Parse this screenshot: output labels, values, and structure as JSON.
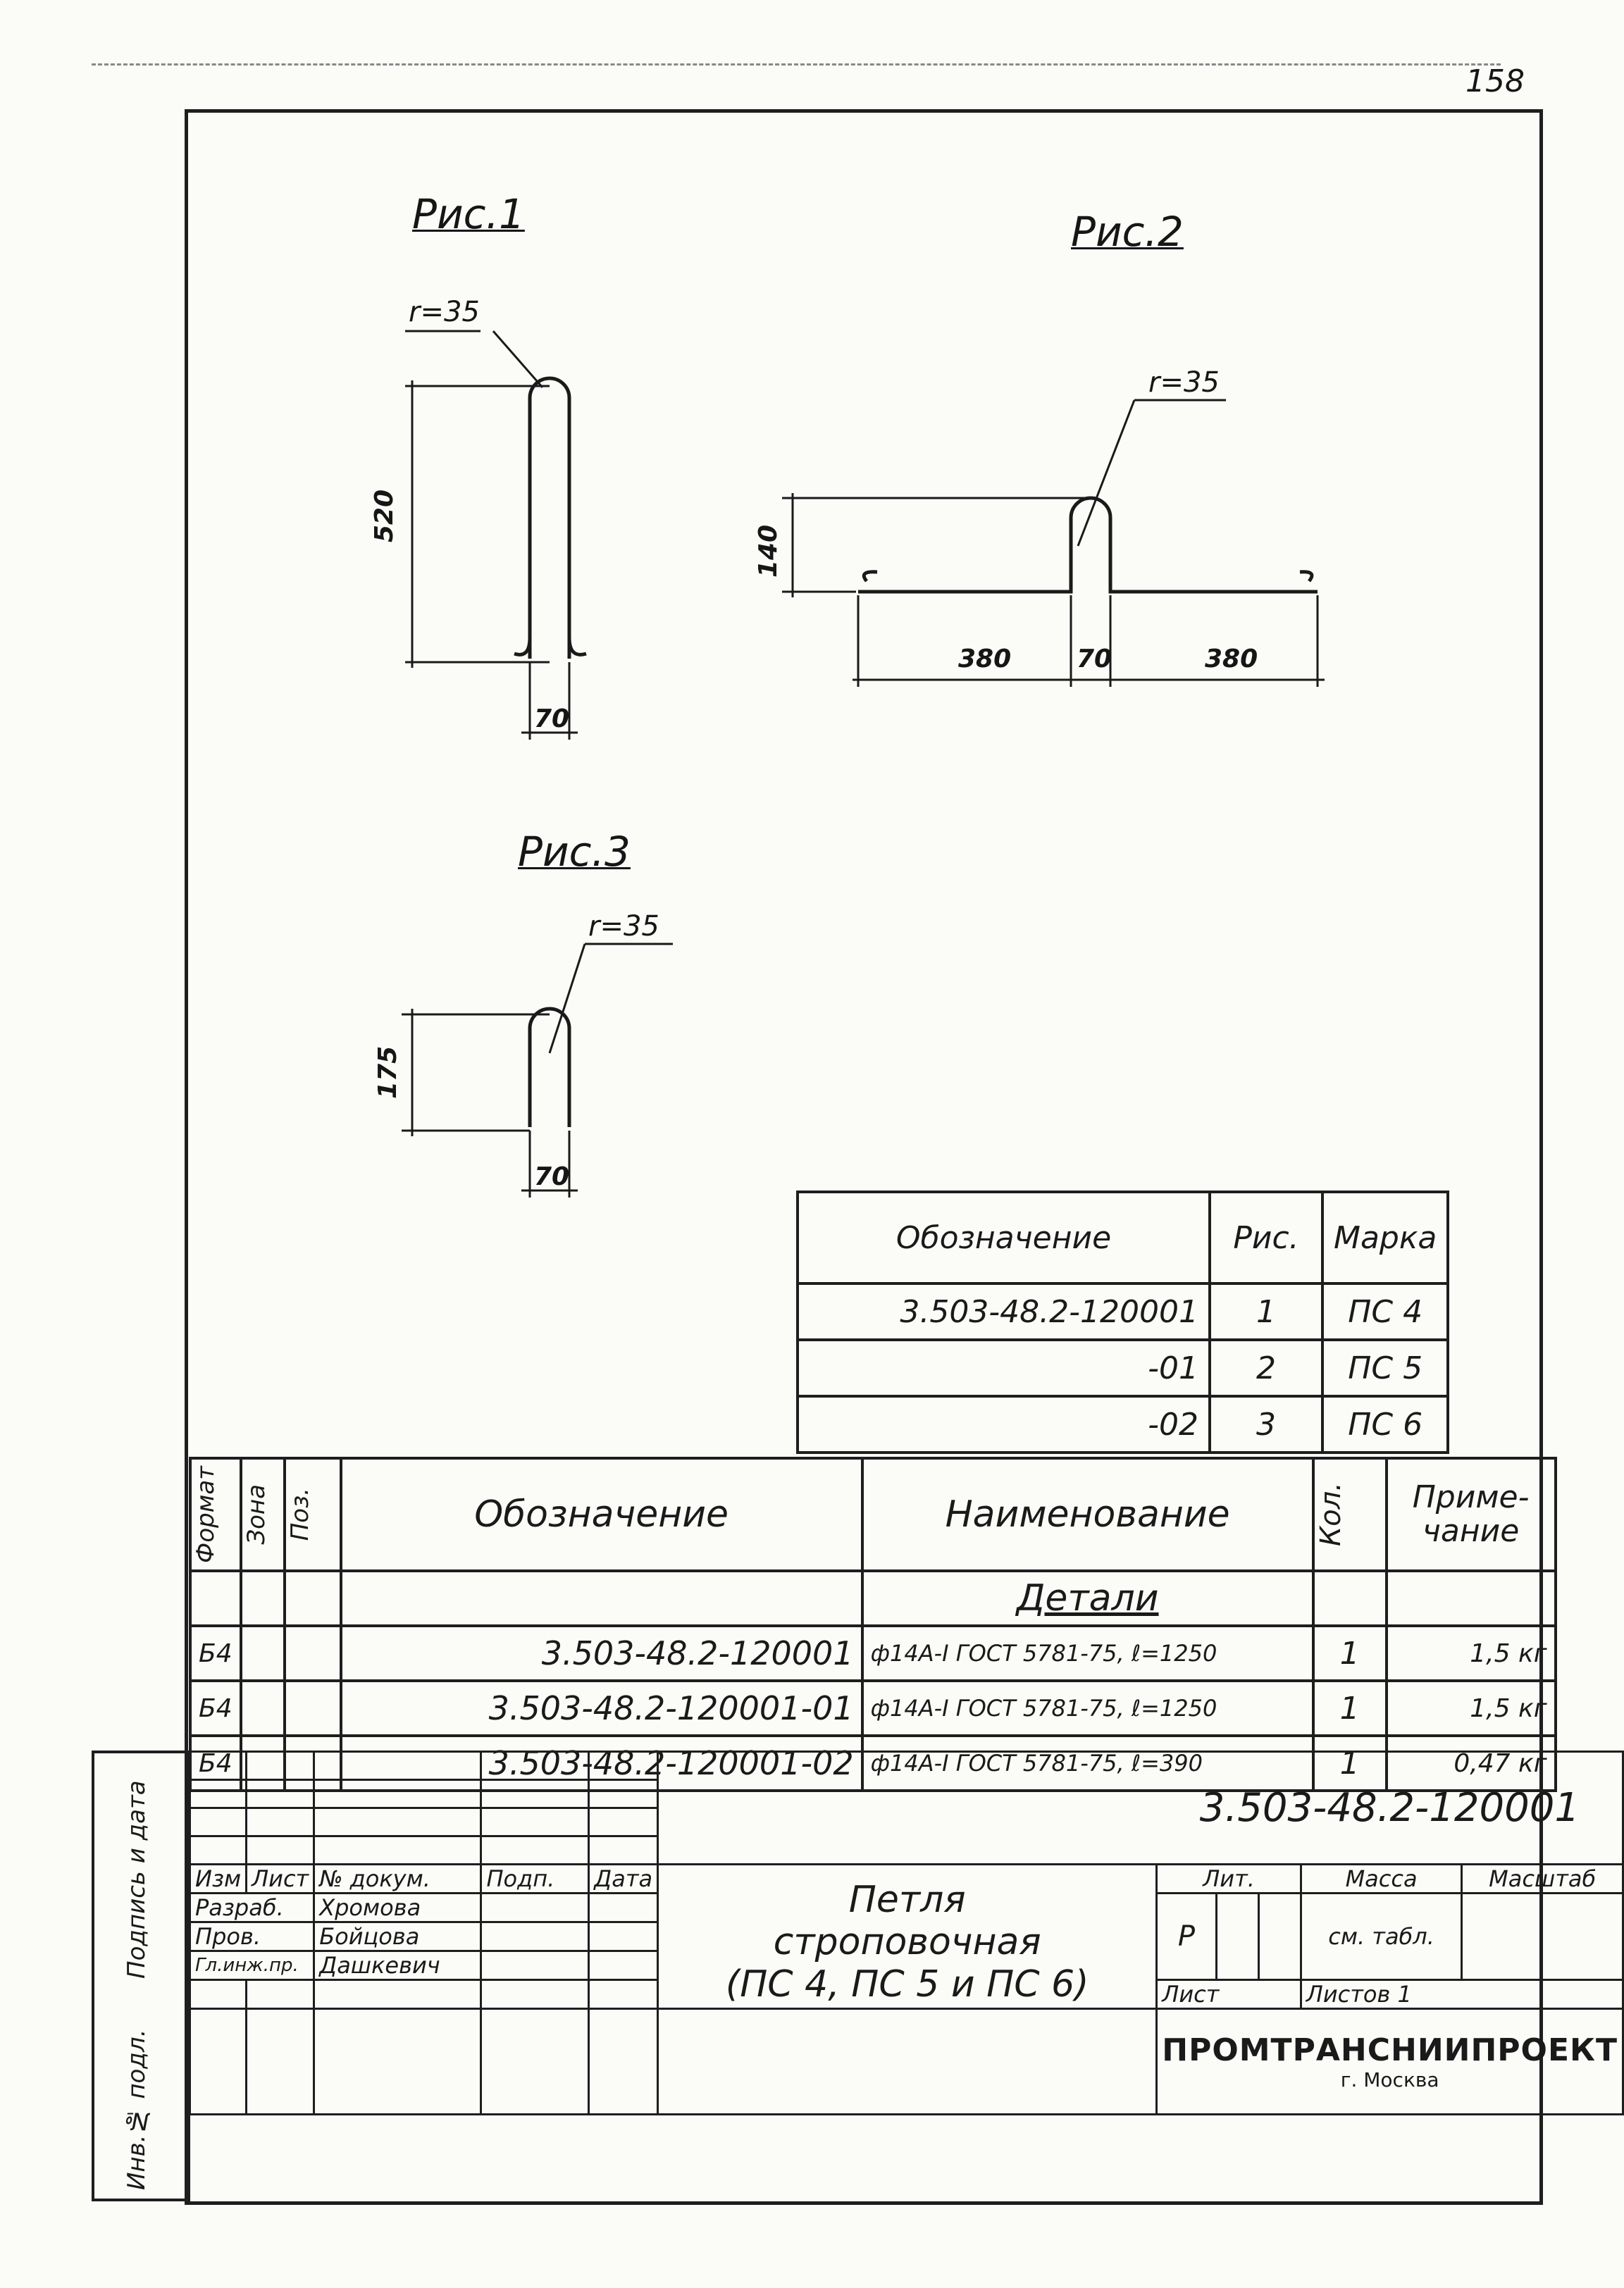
{
  "page_number": "158",
  "figures": {
    "fig1": {
      "title": "Рис.1",
      "radius": "r=35",
      "height": "520",
      "width": "70"
    },
    "fig2": {
      "title": "Рис.2",
      "radius": "r=35",
      "height": "140",
      "left": "380",
      "mid": "70",
      "right": "380"
    },
    "fig3": {
      "title": "Рис.3",
      "radius": "r=35",
      "height": "175",
      "width": "70"
    }
  },
  "variants": {
    "headers": [
      "Обозначение",
      "Рис.",
      "Марка"
    ],
    "rows": [
      {
        "designation": "3.503-48.2-120001",
        "fig": "1",
        "mark": "ПС 4"
      },
      {
        "designation": "-01",
        "fig": "2",
        "mark": "ПС 5"
      },
      {
        "designation": "-02",
        "fig": "3",
        "mark": "ПС 6"
      }
    ]
  },
  "spec": {
    "headers": {
      "format": "Формат",
      "zone": "Зона",
      "pos": "Поз.",
      "designation": "Обозначение",
      "name": "Наименование",
      "qty": "Кол.",
      "note": "Приме-чание"
    },
    "section": "Детали",
    "rows": [
      {
        "format": "Б4",
        "designation": "3.503-48.2-120001",
        "name": "ф14А-I ГОСТ 5781-75, ℓ=1250",
        "qty": "1",
        "note": "1,5 кг"
      },
      {
        "format": "Б4",
        "designation": "3.503-48.2-120001-01",
        "name": "ф14А-I ГОСТ 5781-75, ℓ=1250",
        "qty": "1",
        "note": "1,5 кг"
      },
      {
        "format": "Б4",
        "designation": "3.503-48.2-120001-02",
        "name": "ф14А-I ГОСТ 5781-75, ℓ=390",
        "qty": "1",
        "note": "0,47 кг"
      }
    ]
  },
  "title_block": {
    "doc_code": "3.503-48.2-120001",
    "col_headers": [
      "Изм",
      "Лист",
      "№ докум.",
      "Подп.",
      "Дата"
    ],
    "people": [
      {
        "role": "Разраб.",
        "name": "Хромова"
      },
      {
        "role": "Пров.",
        "name": "Бойцова"
      },
      {
        "role": "Гл.инж.пр.",
        "name": "Дашкевич"
      }
    ],
    "product_name": [
      "Петля",
      "строповочная",
      "(ПС 4, ПС 5 и ПС 6)"
    ],
    "lit_label": "Лит.",
    "lit_value": "Р",
    "mass_label": "Масса",
    "mass_value": "см. табл.",
    "scale_label": "Масштаб",
    "sheet_label": "Лист",
    "sheets_label": "Листов",
    "sheets_value": "1",
    "org": "ПРОМТРАНСНИИПРОЕКТ",
    "city": "г. Москва"
  },
  "side_stamp": {
    "signature_date": "Подпись и дата",
    "inv_no": "Инв.№ подл."
  }
}
